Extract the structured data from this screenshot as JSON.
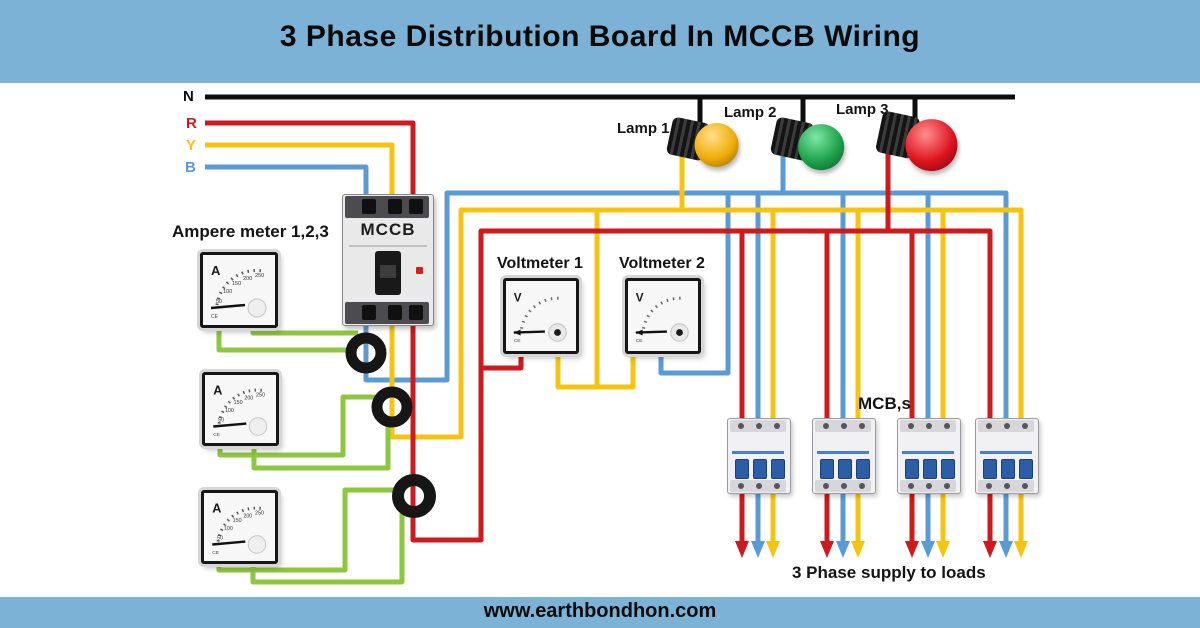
{
  "title": "3 Phase Distribution Board In MCCB Wiring",
  "footer": {
    "website": "www.earthbondhon.com"
  },
  "colors": {
    "background_blue": "#7CB2D6",
    "phase_r_red": "#CE1A1C",
    "phase_y_yellow": "#F6C410",
    "phase_b_blue": "#5B9BD5",
    "neutral_black": "#0D0D0D",
    "ct_green": "#8DC63F"
  },
  "bus_labels": {
    "neutral": "N",
    "red_phase": "R",
    "yellow_phase": "Y",
    "blue_phase": "B"
  },
  "lamps": [
    {
      "label": "Lamp 1",
      "lens_color": "#F0AD08"
    },
    {
      "label": "Lamp 2",
      "lens_color": "#1EA24B"
    },
    {
      "label": "Lamp 3",
      "lens_color": "#DE1420"
    }
  ],
  "mccb": {
    "label": "MCCB"
  },
  "ammeters": {
    "group_label": "Ampere meter 1,2,3",
    "dial_symbol": "A",
    "scale_numbers": [
      "50",
      "100",
      "150",
      "200",
      "250"
    ],
    "count": 3
  },
  "voltmeters": {
    "dial_symbol": "V",
    "items": [
      {
        "label": "Voltmeter 1"
      },
      {
        "label": "Voltmeter 2"
      }
    ]
  },
  "mcbs": {
    "group_label": "MCB,s",
    "count": 4
  },
  "load_caption": "3 Phase supply to loads",
  "ce_mark": "CE"
}
